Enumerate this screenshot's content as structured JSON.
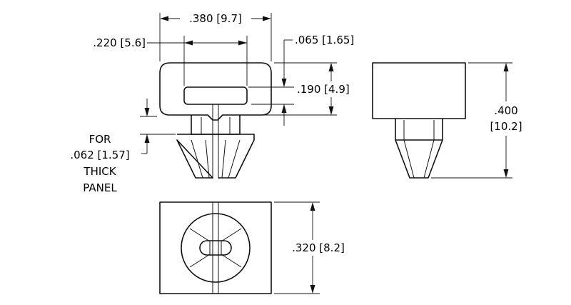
{
  "dimensions": {
    "overall_width": ".380 [9.7]",
    "slot_width": ".220 [5.6]",
    "slot_gap": ".065 [1.65]",
    "head_height": ".190 [4.9]",
    "overall_height_line1": ".400",
    "overall_height_line2": "[10.2]",
    "base_width": ".320 [8.2]"
  },
  "panel_note": {
    "line1": "FOR",
    "line2": ".062 [1.57]",
    "line3": "THICK",
    "line4": "PANEL"
  },
  "colors": {
    "line": "#111111",
    "background": "#ffffff"
  }
}
